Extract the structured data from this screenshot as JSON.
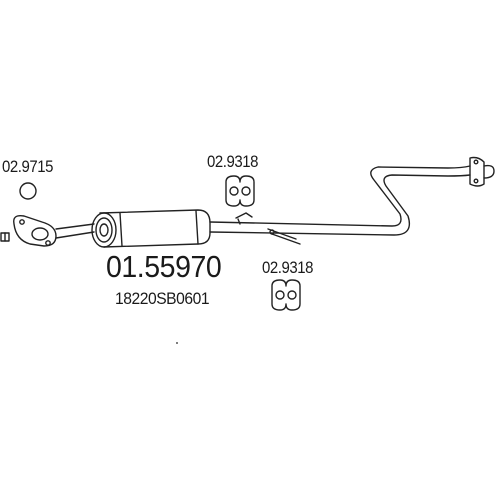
{
  "diagram": {
    "main_part_number": "01.55970",
    "oem_number": "18220SB0601",
    "parts": [
      {
        "label": "02.9715",
        "icon": "gasket-ring-icon"
      },
      {
        "label": "02.9318",
        "icon": "rubber-hanger-icon"
      },
      {
        "label": "02.9318",
        "icon": "rubber-hanger-icon"
      }
    ],
    "line_color": "#222222",
    "background": "#ffffff"
  }
}
